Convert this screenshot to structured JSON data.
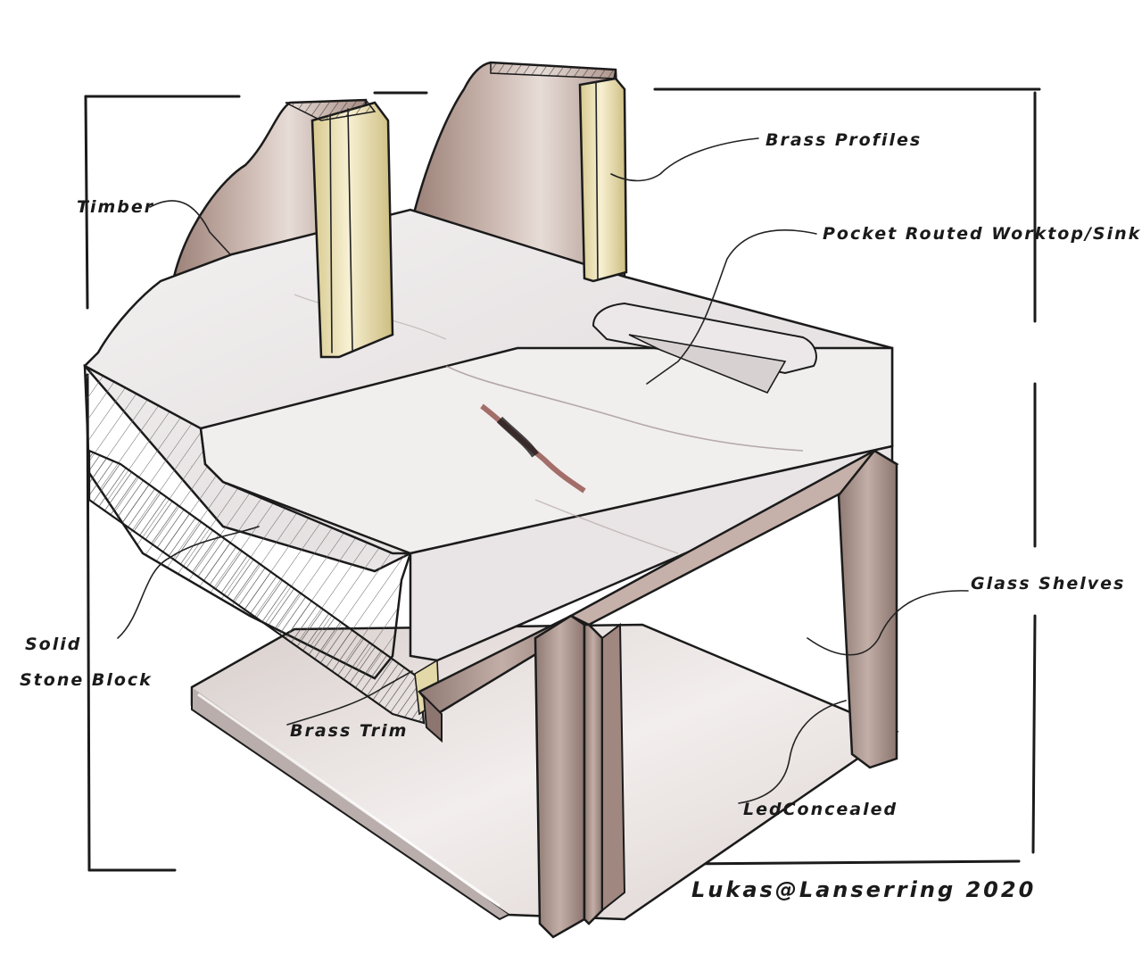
{
  "labels": {
    "timber": "Timber",
    "brass_profiles": "Brass Profiles",
    "pocket_routed": "Pocket Routed Worktop/Sink",
    "glass_shelves": "Glass Shelves",
    "solid_stone_line1": "Solid",
    "solid_stone_line2": "Stone Block",
    "brass_trim": "Brass Trim",
    "led_concealed": "LedConcealed",
    "signature": "Lukas@Lanserring 2020"
  },
  "colors": {
    "stone": "#ece9ea",
    "timber": "#b8a097",
    "brass": "#e9dfb5",
    "ink": "#1b1b1b",
    "vein": "#7a2a22",
    "glass": "#e4dcda"
  }
}
